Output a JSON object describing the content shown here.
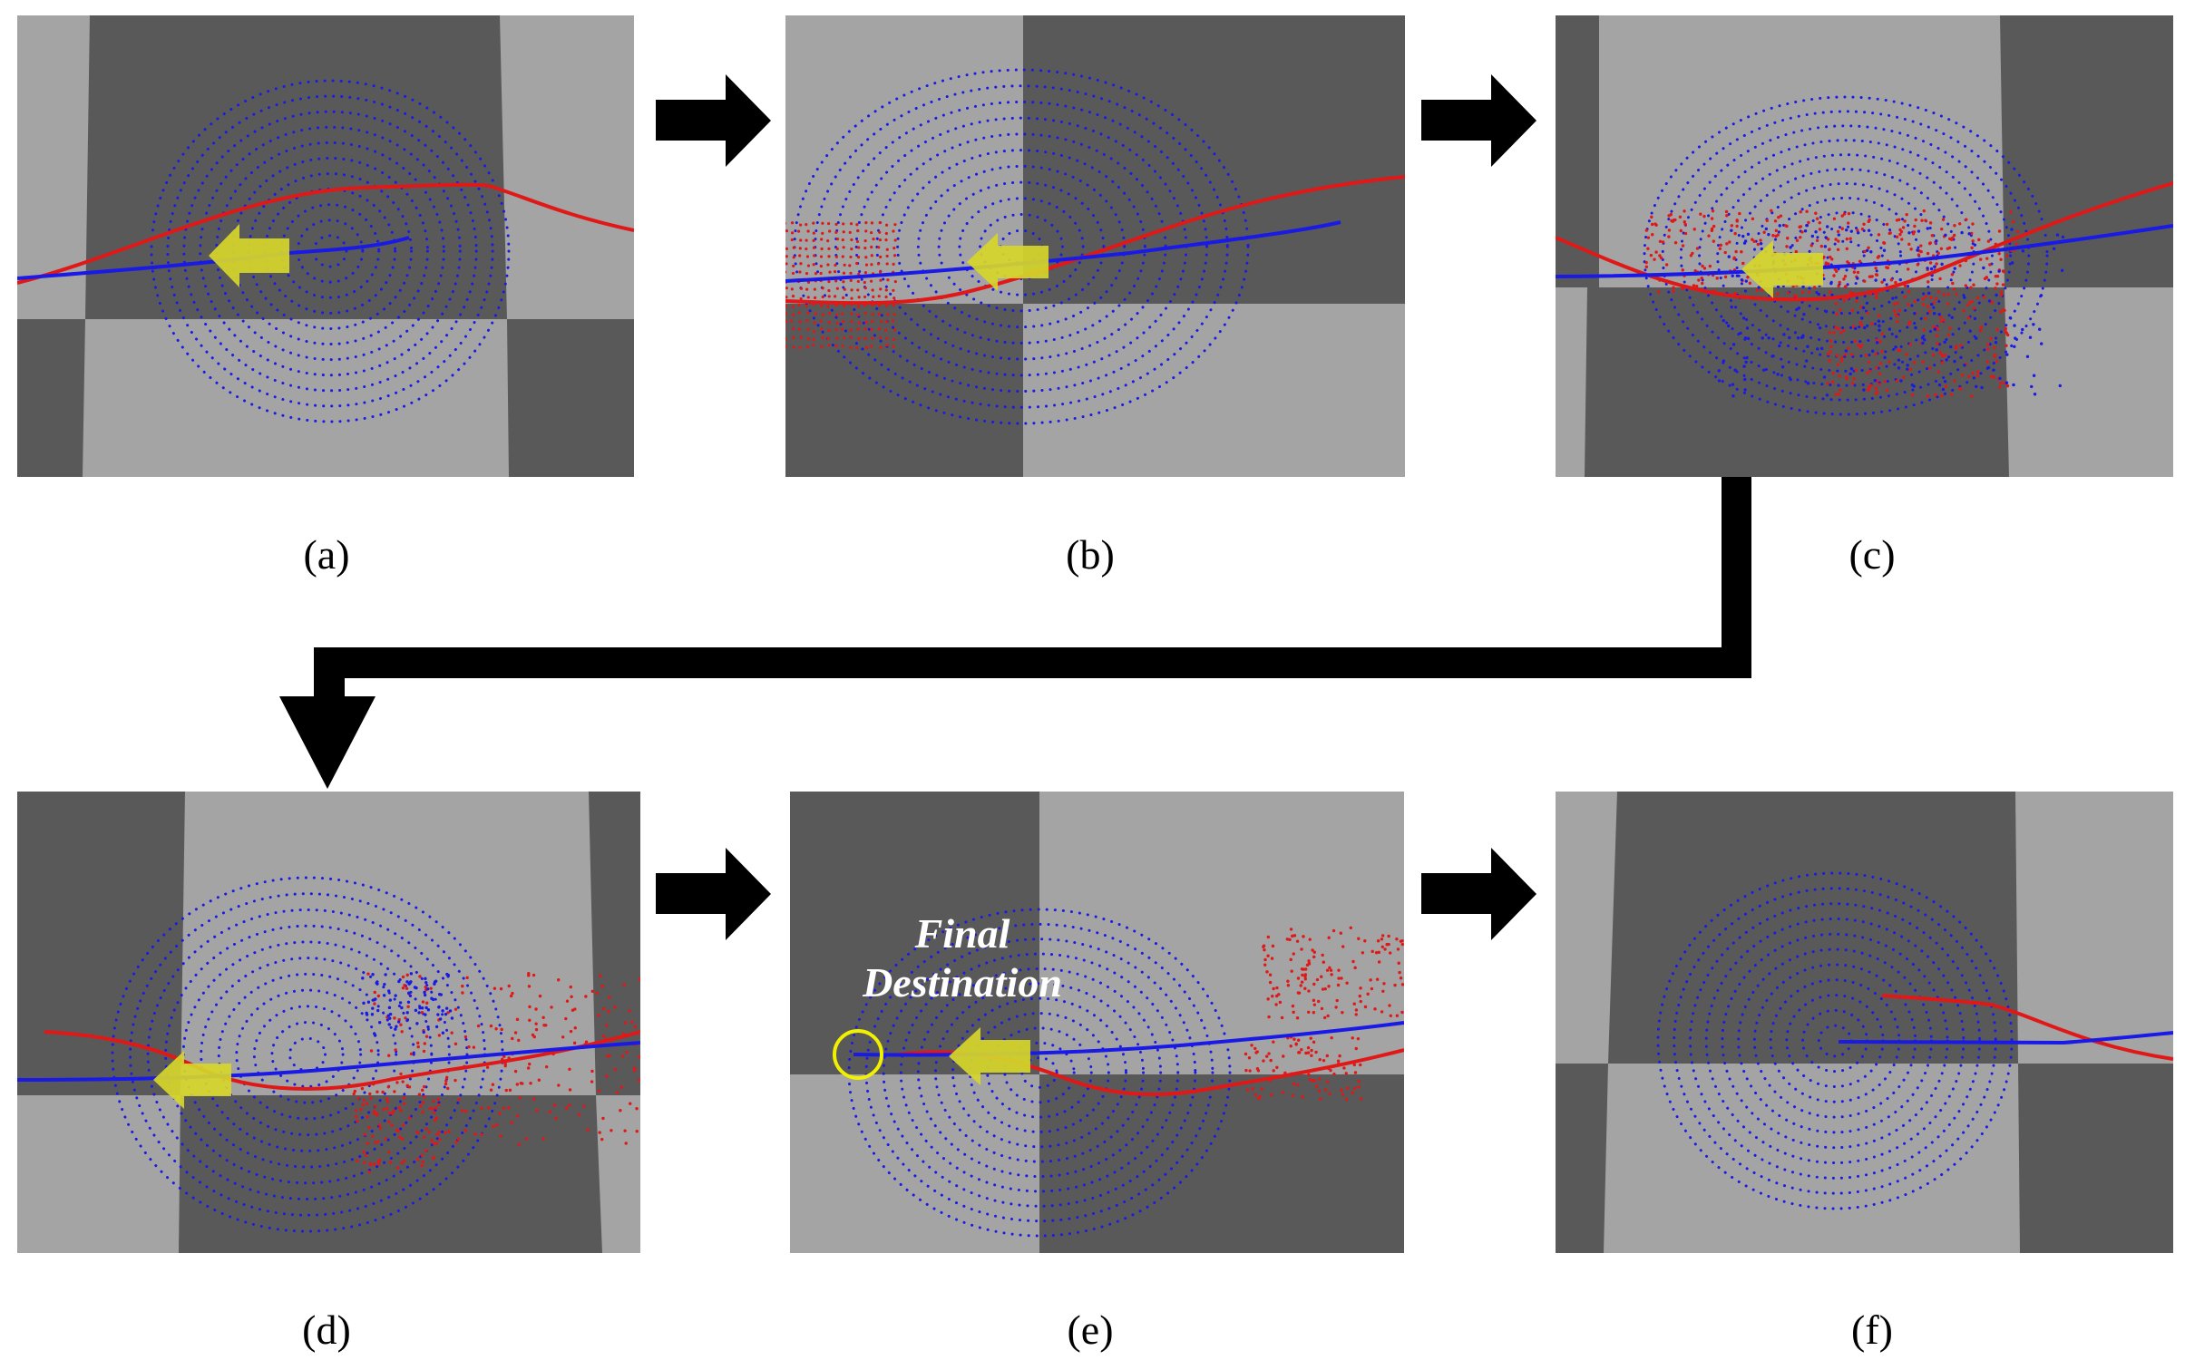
{
  "panels": [
    {
      "id": "a",
      "caption": "(a)"
    },
    {
      "id": "b",
      "caption": "(b)"
    },
    {
      "id": "c",
      "caption": "(c)"
    },
    {
      "id": "d",
      "caption": "(d)"
    },
    {
      "id": "e",
      "caption": "(e)",
      "annotation": {
        "line1": "Final",
        "line2": "Destination"
      }
    },
    {
      "id": "f",
      "caption": "(f)"
    }
  ],
  "colors": {
    "light_floor": "#a4a4a4",
    "dark_floor": "#595959",
    "blue": "#1a1ae6",
    "red": "#e01818",
    "yellow_arrow": "#d6d62a",
    "goal_circle": "#f0f000",
    "flow_arrow": "#000000"
  },
  "icons": [
    "yellow-direction-arrow-icon",
    "goal-circle-icon",
    "flow-arrow-icon"
  ]
}
